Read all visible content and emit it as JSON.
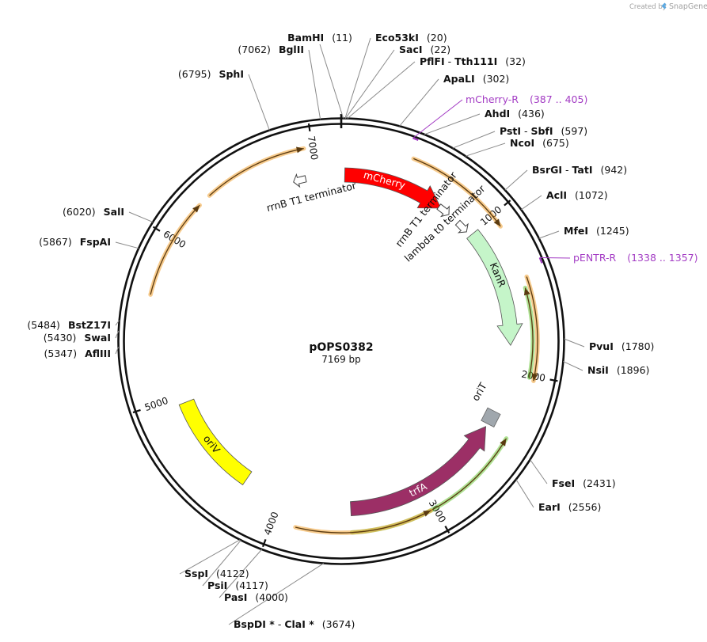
{
  "credit": {
    "prefix": "Created by",
    "brand": "SnapGene"
  },
  "plasmid": {
    "name": "pOPS0382",
    "size_label": "7169 bp",
    "length": 7169
  },
  "ticks": [
    "1000",
    "2000",
    "3000",
    "4000",
    "5000",
    "6000",
    "7000"
  ],
  "sites": [
    {
      "key": "bamhi",
      "names": [
        "BamHI"
      ],
      "pos": 11,
      "pos_label": "(11)"
    },
    {
      "key": "eco53ki",
      "names": [
        "Eco53kI"
      ],
      "pos": 20,
      "pos_label": "(20)"
    },
    {
      "key": "saci",
      "names": [
        "SacI"
      ],
      "pos": 22,
      "pos_label": "(22)"
    },
    {
      "key": "pflfi",
      "names": [
        "PflFI",
        "Tth111I"
      ],
      "pos": 32,
      "pos_label": "(32)"
    },
    {
      "key": "apali",
      "names": [
        "ApaLI"
      ],
      "pos": 302,
      "pos_label": "(302)"
    },
    {
      "key": "ahdi",
      "names": [
        "AhdI"
      ],
      "pos": 436,
      "pos_label": "(436)"
    },
    {
      "key": "psti",
      "names": [
        "PstI",
        "SbfI"
      ],
      "pos": 597,
      "pos_label": "(597)"
    },
    {
      "key": "ncoi",
      "names": [
        "NcoI"
      ],
      "pos": 675,
      "pos_label": "(675)"
    },
    {
      "key": "bsrgi",
      "names": [
        "BsrGI",
        "TatI"
      ],
      "pos": 942,
      "pos_label": "(942)"
    },
    {
      "key": "acli",
      "names": [
        "AclI"
      ],
      "pos": 1072,
      "pos_label": "(1072)"
    },
    {
      "key": "mfei",
      "names": [
        "MfeI"
      ],
      "pos": 1245,
      "pos_label": "(1245)"
    },
    {
      "key": "pvui",
      "names": [
        "PvuI"
      ],
      "pos": 1780,
      "pos_label": "(1780)"
    },
    {
      "key": "nsii",
      "names": [
        "NsiI"
      ],
      "pos": 1896,
      "pos_label": "(1896)"
    },
    {
      "key": "fsei",
      "names": [
        "FseI"
      ],
      "pos": 2431,
      "pos_label": "(2431)"
    },
    {
      "key": "eari",
      "names": [
        "EarI"
      ],
      "pos": 2556,
      "pos_label": "(2556)"
    },
    {
      "key": "bspdi",
      "names": [
        "BspDI *",
        "ClaI *"
      ],
      "pos": 3674,
      "pos_label": "(3674)"
    },
    {
      "key": "pasi",
      "names": [
        "PasI"
      ],
      "pos": 4000,
      "pos_label": "(4000)"
    },
    {
      "key": "psii",
      "names": [
        "PsiI"
      ],
      "pos": 4117,
      "pos_label": "(4117)"
    },
    {
      "key": "sspi",
      "names": [
        "SspI"
      ],
      "pos": 4122,
      "pos_label": "(4122)"
    },
    {
      "key": "aflIII",
      "names": [
        "AflIII"
      ],
      "pos": 5347,
      "pos_label": "(5347)"
    },
    {
      "key": "swai",
      "names": [
        "SwaI"
      ],
      "pos": 5430,
      "pos_label": "(5430)"
    },
    {
      "key": "bstz17i",
      "names": [
        "BstZ17I"
      ],
      "pos": 5484,
      "pos_label": "(5484)"
    },
    {
      "key": "fspai",
      "names": [
        "FspAI"
      ],
      "pos": 5867,
      "pos_label": "(5867)"
    },
    {
      "key": "sali",
      "names": [
        "SalI"
      ],
      "pos": 6020,
      "pos_label": "(6020)"
    },
    {
      "key": "sphi",
      "names": [
        "SphI"
      ],
      "pos": 6795,
      "pos_label": "(6795)"
    },
    {
      "key": "bglii",
      "names": [
        "BglII"
      ],
      "pos": 7062,
      "pos_label": "(7062)"
    }
  ],
  "primers": [
    {
      "key": "mcherry-r",
      "name": "mCherry-R",
      "range_label": "(387 .. 405)",
      "start": 387,
      "end": 405
    },
    {
      "key": "pentr-r",
      "name": "pENTR-R",
      "range_label": "(1338 .. 1357)",
      "start": 1338,
      "end": 1357
    }
  ],
  "features": [
    {
      "key": "mcherry",
      "label": "mCherry",
      "type": "cds",
      "start": 24,
      "end": 734,
      "strand": 1,
      "color": "#ff0000",
      "label_color": "#ffffff"
    },
    {
      "key": "rrnb-t1-terminator-a",
      "label": "rrnB T1 terminator",
      "type": "terminator",
      "pos": 760,
      "strand": 1
    },
    {
      "key": "lambda-t0-terminator",
      "label": "lambda t0 terminator",
      "type": "terminator",
      "pos": 930,
      "strand": 1
    },
    {
      "key": "kanr",
      "label": "KanR",
      "type": "cds",
      "start": 1010,
      "end": 1820,
      "strand": 1,
      "color": "#c5f5c9",
      "label_color": "#111111"
    },
    {
      "key": "orit",
      "label": "oriT",
      "type": "origin-box",
      "pos": 2330,
      "color": "#a0a7ad"
    },
    {
      "key": "trfa",
      "label": "trfA",
      "type": "cds",
      "start": 2400,
      "end": 3520,
      "strand": -1,
      "color": "#9c2f66",
      "label_color": "#ffffff"
    },
    {
      "key": "oriv",
      "label": "oriV",
      "type": "box",
      "start": 4270,
      "end": 4950,
      "color": "#ffff00",
      "label_color": "#111111"
    },
    {
      "key": "rrnb-t1-terminator-b",
      "label": "rrnB T1 terminator",
      "type": "terminator",
      "pos": 6880,
      "strand": -1
    }
  ],
  "orfs": [
    {
      "key": "orf-1",
      "start": 430,
      "end": 1080,
      "strand": 1,
      "color": "#f0a030"
    },
    {
      "key": "orf-2",
      "start": 1410,
      "end": 2025,
      "strand": 1,
      "color": "#f0a030"
    },
    {
      "key": "orf-3",
      "start": 1470,
      "end": 2010,
      "strand": -1,
      "color": "#6bc93a"
    },
    {
      "key": "orf-4",
      "start": 2400,
      "end": 3520,
      "strand": -1,
      "color": "#6bc93a"
    },
    {
      "key": "orf-5",
      "start": 3030,
      "end": 3860,
      "strand": -1,
      "color": "#f0a030"
    },
    {
      "key": "orf-6",
      "start": 5650,
      "end": 6250,
      "strand": 1,
      "color": "#f0a030"
    },
    {
      "key": "orf-7",
      "start": 6330,
      "end": 6950,
      "strand": 1,
      "color": "#f0a030"
    }
  ]
}
